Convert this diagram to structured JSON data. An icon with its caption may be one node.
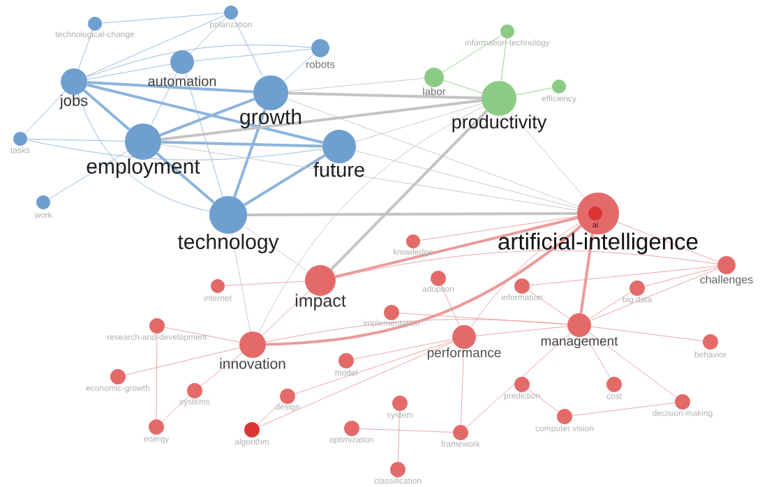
{
  "diagram": {
    "nodes": [
      {
        "text": [
          "polarization"
        ]
      },
      {
        "text": [
          "technological-change"
        ]
      },
      {
        "text": [
          "information-technology"
        ]
      },
      {
        "text": [
          "robots"
        ]
      },
      {
        "text": [
          "automation"
        ]
      },
      {
        "text": [
          "jobs"
        ]
      },
      {
        "text": [
          "labor"
        ]
      },
      {
        "text": [
          "efficiency"
        ]
      },
      {
        "text": [
          "growth"
        ]
      },
      {
        "text": [
          "productivity"
        ]
      },
      {
        "text": [
          "tasks"
        ]
      },
      {
        "text": [
          "employment"
        ]
      },
      {
        "text": [
          "future"
        ]
      },
      {
        "text": [
          "work"
        ]
      },
      {
        "text": [
          "technology"
        ]
      },
      {
        "text": [
          "artificial-intelligence"
        ]
      },
      {
        "text": [
          "ai"
        ],
        "in": 15
      },
      {
        "text": [
          "knowledge"
        ]
      },
      {
        "text": [
          "challenges"
        ]
      },
      {
        "text": [
          "impact"
        ]
      },
      {
        "text": [
          "internet"
        ]
      },
      {
        "text": [
          "adoption"
        ]
      },
      {
        "text": [
          "information"
        ]
      },
      {
        "text": [
          "big data"
        ]
      },
      {
        "text": [
          "implementation"
        ]
      },
      {
        "text": [
          "research-and-development"
        ]
      },
      {
        "text": [
          "management"
        ]
      },
      {
        "text": [
          "performance"
        ]
      },
      {
        "text": [
          "innovation"
        ]
      },
      {
        "text": [
          "behavior"
        ]
      },
      {
        "text": [
          "model"
        ]
      },
      {
        "text": [
          "economic-growth"
        ]
      },
      {
        "text": [
          "systems"
        ]
      },
      {
        "text": [
          "design"
        ]
      },
      {
        "text": [
          "prediction"
        ]
      },
      {
        "text": [
          "cost"
        ]
      },
      {
        "text": [
          "system"
        ]
      },
      {
        "text": [
          "decision-making"
        ]
      },
      {
        "text": [
          "computer vision"
        ]
      },
      {
        "text": [
          "energy"
        ]
      },
      {
        "text": [
          "algorithm"
        ]
      },
      {
        "text": [
          "optimization"
        ]
      },
      {
        "text": [
          "framework"
        ]
      },
      {
        "text": [
          "classification"
        ]
      }
    ],
    "edges": [
      {
        "from": 5,
        "to": 11,
        "arrow": "none",
        "style": "thick",
        "color": "#8db4dc"
      },
      {
        "from": 5,
        "to": 8,
        "arrow": "none",
        "style": "thick",
        "color": "#8db4dc"
      },
      {
        "from": 5,
        "to": 12,
        "arrow": "none",
        "style": "thick",
        "color": "#8db4dc"
      },
      {
        "from": 11,
        "to": 8,
        "arrow": "none",
        "style": "thick",
        "color": "#8db4dc"
      },
      {
        "from": 11,
        "to": 12,
        "arrow": "none",
        "style": "thick",
        "color": "#8db4dc"
      },
      {
        "from": 11,
        "to": 14,
        "arrow": "none",
        "style": "thick",
        "color": "#8db4dc"
      },
      {
        "from": 8,
        "to": 14,
        "arrow": "none",
        "style": "thick",
        "color": "#8db4dc"
      },
      {
        "from": 14,
        "to": 12,
        "arrow": "none",
        "style": "thick",
        "color": "#8db4dc"
      },
      {
        "from": 5,
        "to": 14,
        "arrow": "none",
        "color": "#8db4dc"
      },
      {
        "from": 4,
        "to": 11,
        "arrow": "none",
        "color": "#8db4dc"
      },
      {
        "from": 4,
        "to": 14,
        "arrow": "none",
        "color": "#8db4dc"
      },
      {
        "from": 5,
        "to": 4,
        "arrow": "none",
        "color": "#8db4dc"
      },
      {
        "from": 5,
        "to": 3,
        "arrow": "none",
        "color": "#8db4dc"
      },
      {
        "from": 8,
        "to": 3,
        "arrow": "none",
        "color": "#8db4dc"
      },
      {
        "from": 10,
        "to": 12,
        "arrow": "none",
        "color": "#8db4dc"
      },
      {
        "from": 5,
        "to": 10,
        "arrow": "none",
        "color": "#8db4dc"
      },
      {
        "from": 0,
        "to": 5,
        "arrow": "none",
        "color": "#8db4dc"
      },
      {
        "from": 1,
        "to": 5,
        "arrow": "none",
        "color": "#8db4dc"
      },
      {
        "from": 1,
        "to": 0,
        "arrow": "none",
        "color": "#8db4dc"
      },
      {
        "from": 4,
        "to": 0,
        "arrow": "none",
        "color": "#8db4dc"
      },
      {
        "from": 10,
        "to": 11,
        "arrow": "none",
        "color": "#8db4dc"
      },
      {
        "from": 13,
        "to": 11,
        "arrow": "none",
        "color": "#8db4dc"
      },
      {
        "from": 4,
        "to": 3,
        "arrow": "none",
        "color": "#8db4dc"
      },
      {
        "from": 8,
        "to": 0,
        "arrow": "none",
        "color": "#8db4dc"
      },
      {
        "from": 8,
        "to": 9,
        "arrow": "none",
        "style": "thick",
        "color": "#c4c4c4"
      },
      {
        "from": 11,
        "to": 9,
        "arrow": "none",
        "style": "thick",
        "color": "#c4c4c4"
      },
      {
        "from": 14,
        "to": 15,
        "arrow": "none",
        "style": "thick",
        "color": "#c4c4c4"
      },
      {
        "from": 19,
        "to": 9,
        "arrow": "none",
        "style": "thick",
        "color": "#c4c4c4"
      },
      {
        "from": 28,
        "to": 9,
        "arrow": "none",
        "color": "#c4c4c4"
      },
      {
        "from": 12,
        "to": 15,
        "arrow": "none",
        "color": "#c4c4c4"
      },
      {
        "from": 9,
        "to": 15,
        "arrow": "none",
        "color": "#c4c4c4"
      },
      {
        "from": 8,
        "to": 15,
        "arrow": "none",
        "color": "#c4c4c4"
      },
      {
        "from": 6,
        "to": 8,
        "arrow": "none",
        "color": "#c4c4c4"
      },
      {
        "from": 12,
        "to": 9,
        "arrow": "none",
        "color": "#c4c4c4"
      },
      {
        "from": 14,
        "to": 19,
        "arrow": "none",
        "color": "#c4c4c4"
      },
      {
        "from": 14,
        "to": 28,
        "arrow": "none",
        "color": "#c4c4c4"
      },
      {
        "from": 11,
        "to": 15,
        "arrow": "none",
        "color": "#c4c4c4"
      },
      {
        "from": 6,
        "to": 9,
        "arrow": "none",
        "color": "#8cc985"
      },
      {
        "from": 2,
        "to": 9,
        "arrow": "none",
        "color": "#8cc985"
      },
      {
        "from": 7,
        "to": 9,
        "arrow": "none",
        "color": "#8cc985"
      },
      {
        "from": 6,
        "to": 2,
        "arrow": "none",
        "color": "#8cc985"
      },
      {
        "from": 16,
        "to": 19,
        "arrow": "none",
        "style": "thick"
      },
      {
        "from": 16,
        "to": 28,
        "arrow": "none",
        "style": "thick"
      },
      {
        "from": 16,
        "to": 26,
        "arrow": "none",
        "style": "thick"
      },
      {
        "from": 16,
        "to": 27,
        "arrow": "none"
      },
      {
        "from": 16,
        "to": 18,
        "arrow": "none"
      },
      {
        "from": 16,
        "to": 17,
        "arrow": "none"
      },
      {
        "from": 19,
        "to": 28,
        "arrow": "none"
      },
      {
        "from": 28,
        "to": 26,
        "arrow": "none"
      },
      {
        "from": 27,
        "to": 26,
        "arrow": "none"
      },
      {
        "from": 26,
        "to": 18,
        "arrow": "none"
      },
      {
        "from": 26,
        "to": 23,
        "arrow": "none"
      },
      {
        "from": 26,
        "to": 29,
        "arrow": "none"
      },
      {
        "from": 26,
        "to": 35,
        "arrow": "none"
      },
      {
        "from": 26,
        "to": 37,
        "arrow": "none"
      },
      {
        "from": 26,
        "to": 22,
        "arrow": "none"
      },
      {
        "from": 28,
        "to": 25,
        "arrow": "none"
      },
      {
        "from": 31,
        "to": 28,
        "arrow": "none"
      },
      {
        "from": 40,
        "to": 33,
        "arrow": "none"
      },
      {
        "from": 40,
        "to": 27,
        "arrow": "none"
      },
      {
        "from": 42,
        "to": 27,
        "arrow": "none"
      },
      {
        "from": 36,
        "to": 43,
        "arrow": "none"
      },
      {
        "from": 34,
        "to": 38,
        "arrow": "none"
      },
      {
        "from": 19,
        "to": 20,
        "arrow": "none"
      },
      {
        "from": 21,
        "to": 27,
        "arrow": "none"
      },
      {
        "from": 22,
        "to": 18,
        "arrow": "none"
      },
      {
        "from": 23,
        "to": 18,
        "arrow": "none"
      },
      {
        "from": 32,
        "to": 28,
        "arrow": "none"
      },
      {
        "from": 39,
        "to": 25,
        "arrow": "none"
      },
      {
        "from": 39,
        "to": 32,
        "arrow": "none"
      },
      {
        "from": 30,
        "to": 27,
        "arrow": "none"
      },
      {
        "from": 41,
        "to": 42,
        "arrow": "none"
      },
      {
        "from": 33,
        "to": 27,
        "arrow": "none"
      },
      {
        "from": 24,
        "to": 26,
        "arrow": "none"
      },
      {
        "from": 42,
        "to": 26,
        "arrow": "none"
      },
      {
        "from": 38,
        "to": 37,
        "arrow": "none"
      },
      {
        "from": 19,
        "to": 18,
        "arrow": "none"
      }
    ]
  }
}
